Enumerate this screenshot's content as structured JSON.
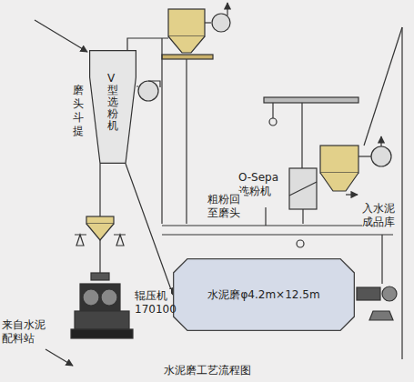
{
  "diagram": {
    "caption": "水泥磨工艺流程图",
    "nodes": [
      {
        "text": [
          "V型选粉机"
        ]
      },
      {
        "text": [
          "水泥磨φ4.2m×12.5m"
        ]
      }
    ],
    "edges": [
      {
        "from": 0,
        "to": 1,
        "arrow": "to"
      }
    ],
    "labels": [
      "磨头斗提",
      "O-Sepa 选粉机",
      "粗粉回 至磨头",
      "辊压机 170100",
      "入水泥 成品库",
      "来自水泥 配料站"
    ]
  }
}
